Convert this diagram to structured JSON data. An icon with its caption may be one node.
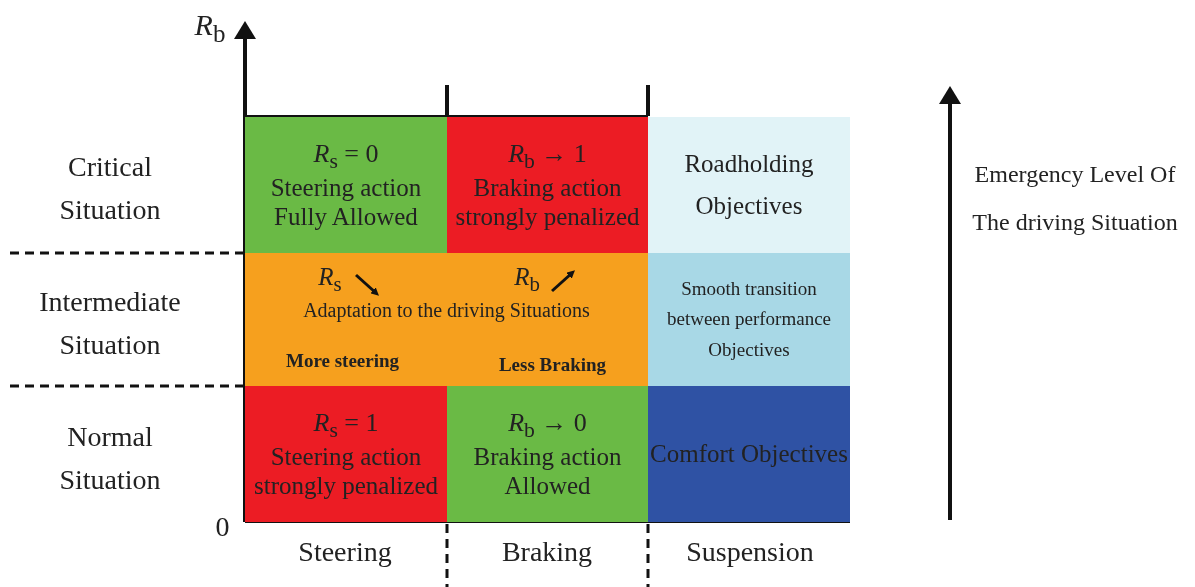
{
  "diagram": {
    "nodes": [
      {
        "text": [
          "*R*$_{s}$ = 0",
          "Steering action Fully Allowed"
        ]
      },
      {
        "text": [
          "*R*$_{b}$ → 1",
          "Braking action strongly penalized"
        ]
      },
      {
        "text": [
          "Roadholding Objectives"
        ]
      },
      {
        "text": [
          "*R*$_{s}$",
          "*R*$_{b}$",
          "Adaptation to the driving Situations",
          "More steering",
          "Less Braking"
        ]
      },
      {
        "text": [
          "Smooth transition between performance Objectives"
        ]
      },
      {
        "text": [
          "*R*$_{s}$ = 1",
          "Steering action strongly penalized"
        ]
      },
      {
        "text": [
          "*R*$_{b}$ → 0",
          "Braking action Allowed"
        ]
      },
      {
        "text": [
          "Comfort Objectives"
        ]
      }
    ],
    "labels": [
      "*R*$_{b}$",
      "Critical Situation",
      "Emergency Level Of The driving Situation",
      "Intermediate Situation",
      "Normal Situation",
      "0",
      "Steering",
      "Braking",
      "Suspension"
    ]
  }
}
